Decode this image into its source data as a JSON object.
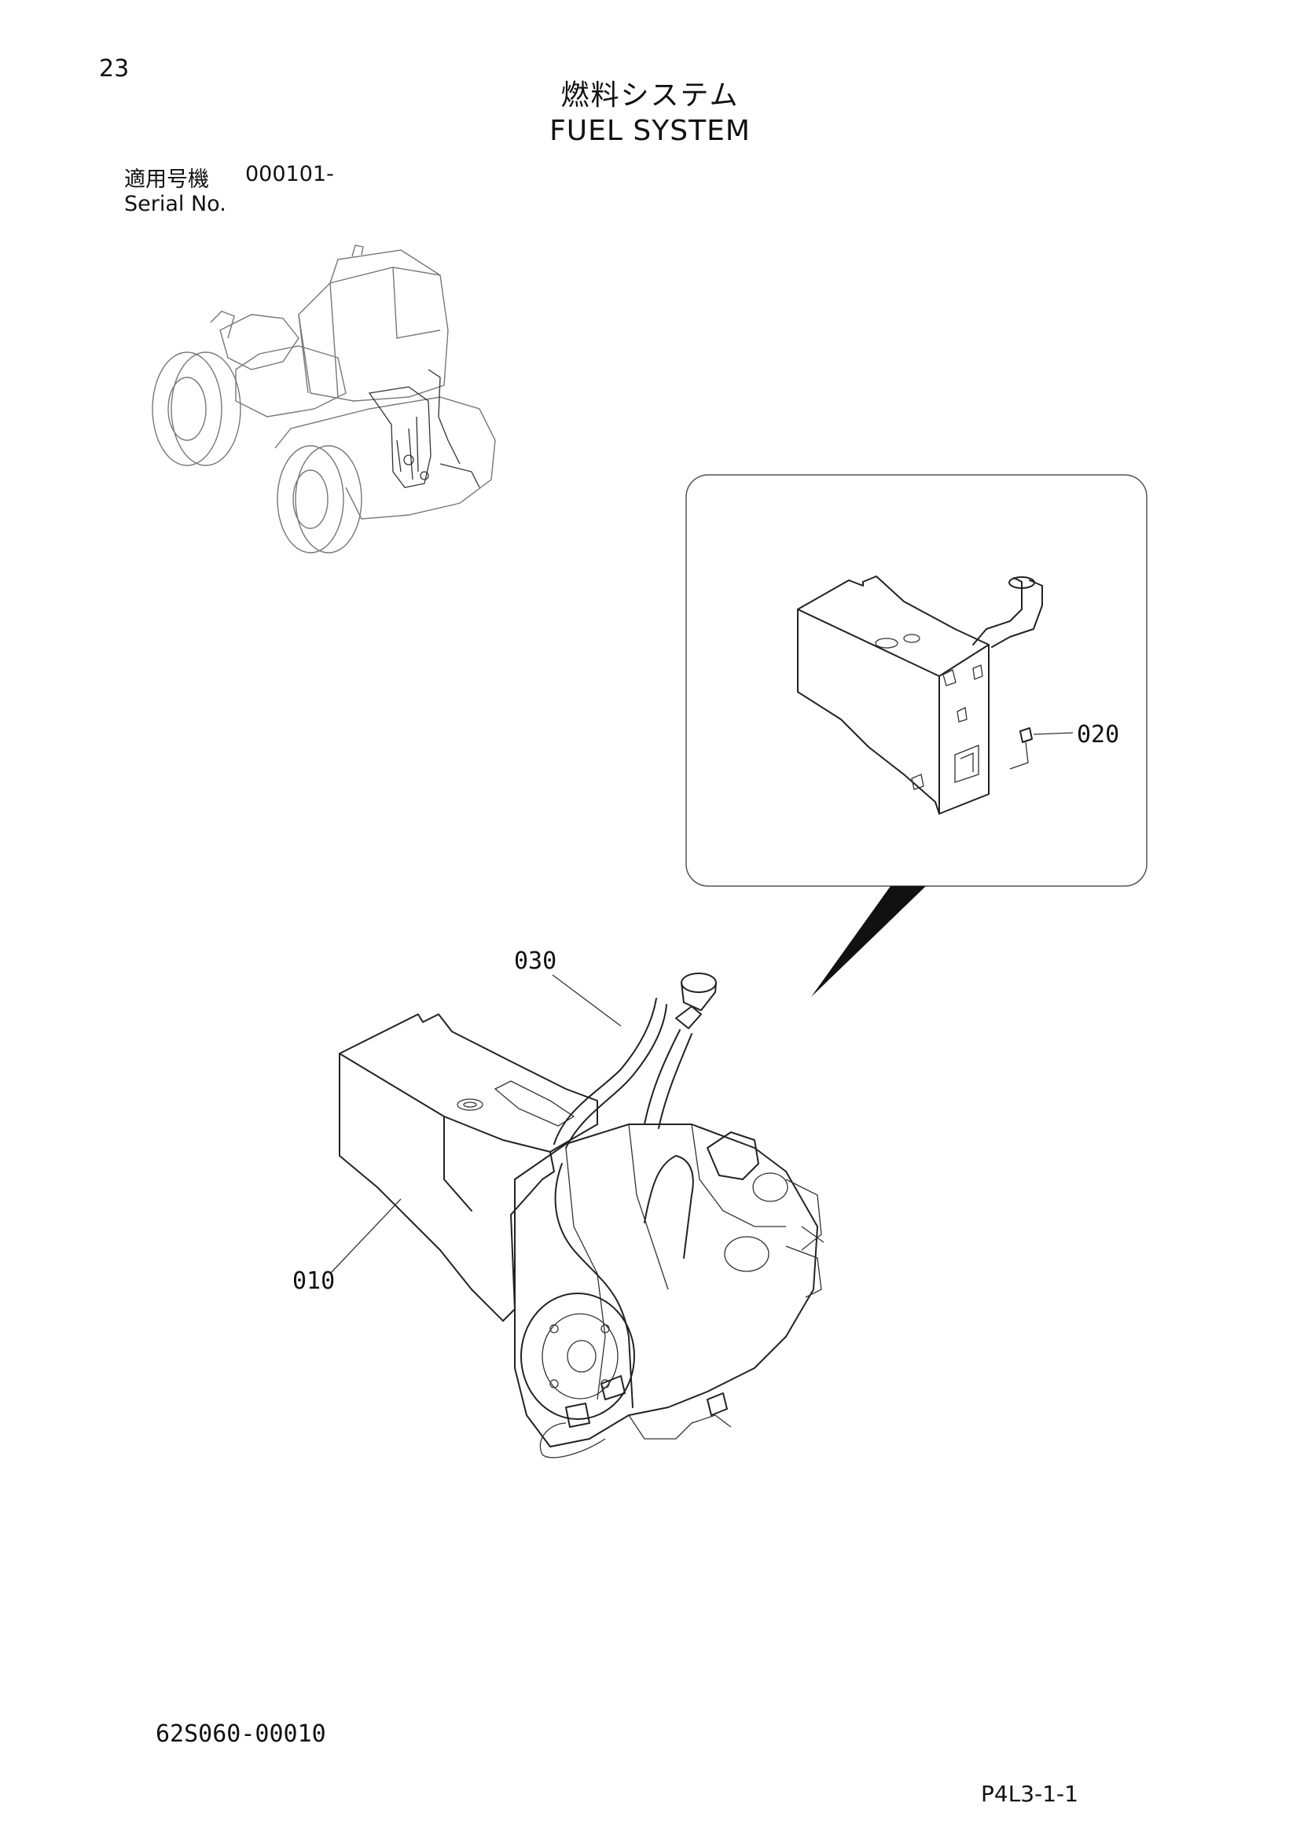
{
  "header": {
    "page_number": "23",
    "title_jp": "燃料システム",
    "title_en": "FUEL SYSTEM"
  },
  "serial": {
    "label_jp": "適用号機",
    "value": "000101-",
    "label_en": "Serial No."
  },
  "callouts": {
    "part_010": "010",
    "part_020": "020",
    "part_030": "030"
  },
  "footer": {
    "drawing_code": "62S060-00010",
    "page_code": "P4L3-1-1"
  },
  "icons": [
    "machine-overview-illustration",
    "fuel-tank-detail-illustration",
    "engine-fuel-tank-illustration",
    "pointer-triangle"
  ]
}
